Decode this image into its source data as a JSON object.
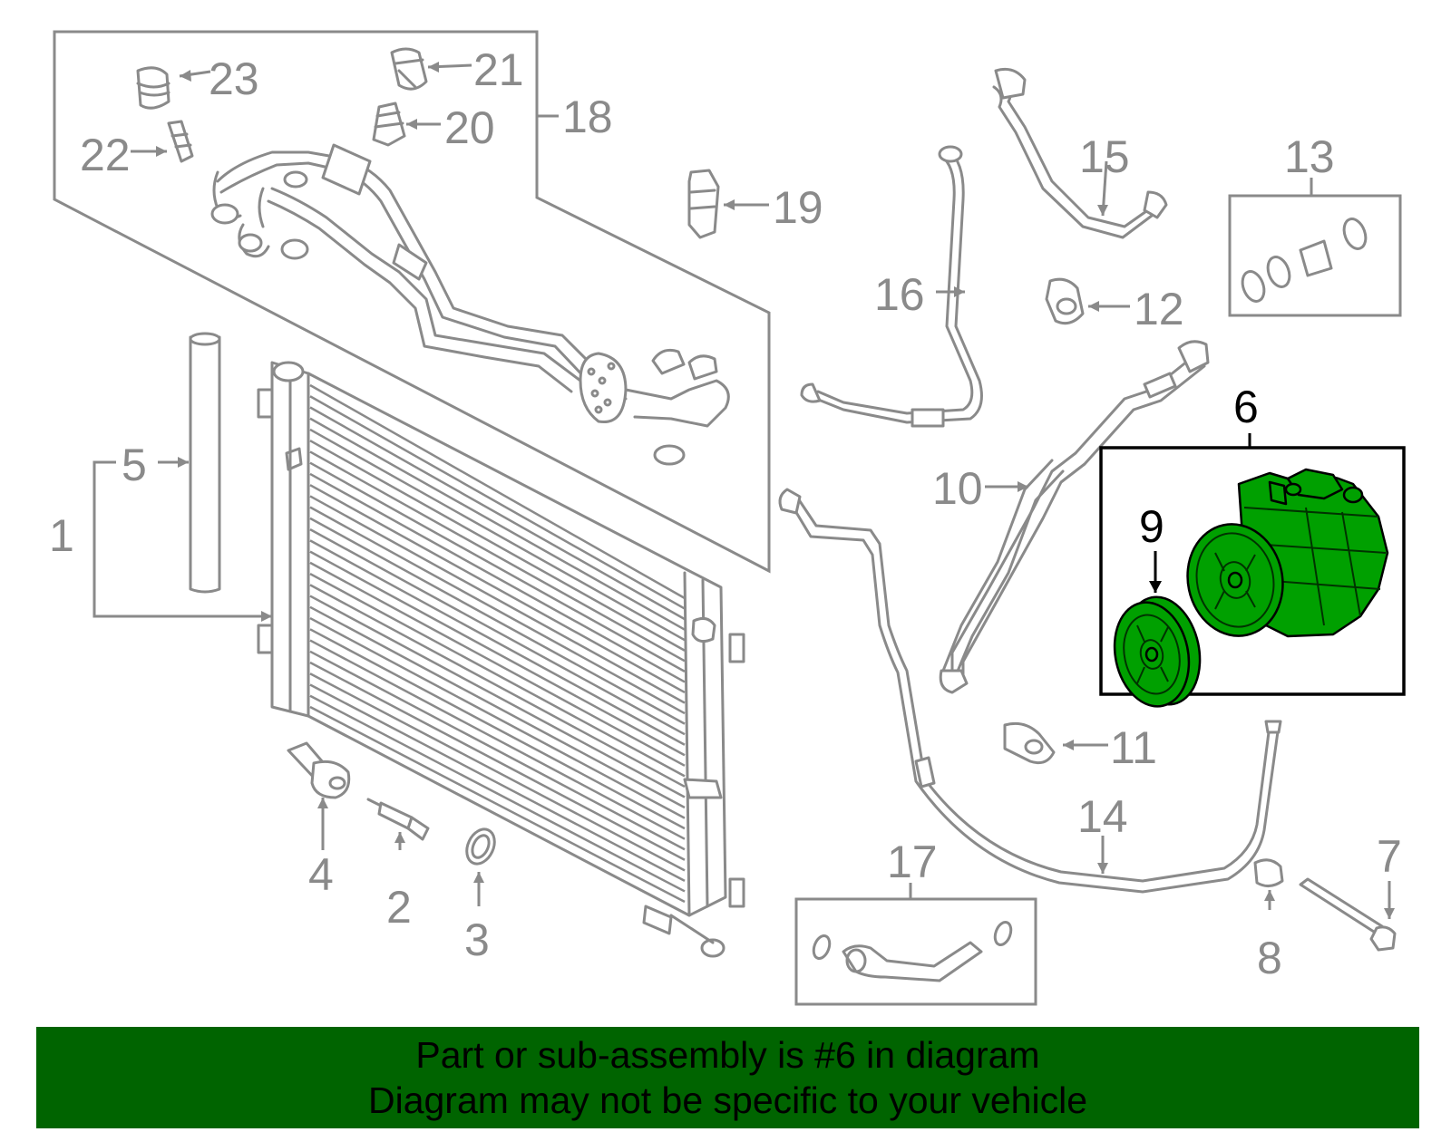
{
  "callouts": {
    "c1": "1",
    "c2": "2",
    "c3": "3",
    "c4": "4",
    "c5": "5",
    "c6": "6",
    "c7": "7",
    "c8": "8",
    "c9": "9",
    "c10": "10",
    "c11": "11",
    "c12": "12",
    "c13": "13",
    "c14": "14",
    "c15": "15",
    "c16": "16",
    "c17": "17",
    "c18": "18",
    "c19": "19",
    "c20": "20",
    "c21": "21",
    "c22": "22",
    "c23": "23"
  },
  "highlight_color": "#00a000",
  "banner": {
    "line1": "Part or sub-assembly is #6 in diagram",
    "line2": "Diagram may not be specific to your vehicle",
    "color": "#006400"
  }
}
